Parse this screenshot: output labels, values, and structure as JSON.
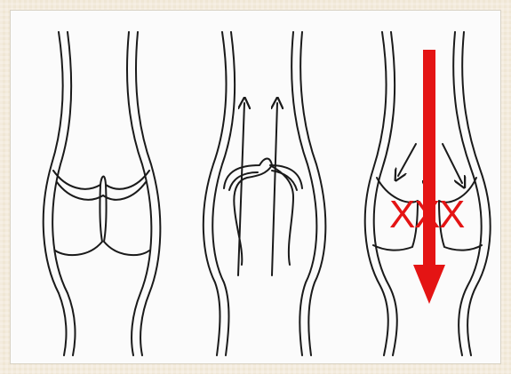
{
  "colors": {
    "line": "#1a1a1a",
    "arrow_red": "#e41414",
    "paper": "#fbfbfb"
  },
  "panels": [
    {
      "state": "closed valve"
    },
    {
      "state": "open valve, upward flow"
    },
    {
      "state": "incompetent valve, reflux"
    }
  ],
  "reflux_marks": [
    "X",
    "X",
    "X"
  ]
}
